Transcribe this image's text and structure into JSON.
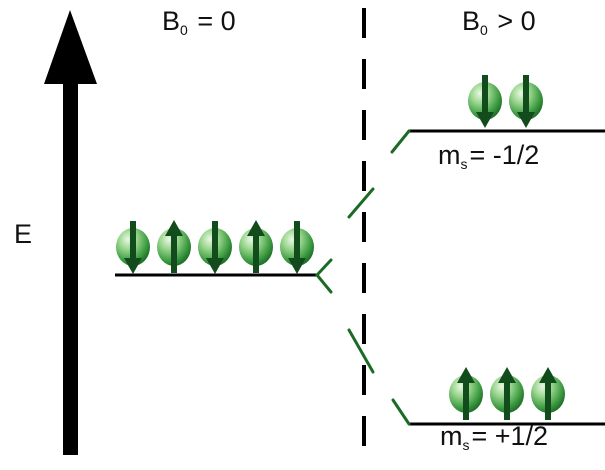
{
  "labels": {
    "b0_zero": {
      "sym": "B",
      "sub": "0",
      "rest": " = 0"
    },
    "b0_pos": {
      "sym": "B",
      "sub": "0",
      "rest": " > 0"
    },
    "energy_axis": "E",
    "ms_lower": {
      "sym": "m",
      "sub": "s",
      "rest": "= -1/2"
    },
    "ms_upper": {
      "sym": "m",
      "sub": "s",
      "rest": "= +1/2"
    }
  },
  "levels": {
    "degenerate": {
      "spins": [
        "down",
        "up",
        "down",
        "up",
        "down"
      ]
    },
    "high_energy": {
      "spins": [
        "down",
        "down"
      ]
    },
    "low_energy": {
      "spins": [
        "up",
        "up",
        "up"
      ]
    }
  },
  "colors": {
    "spin_light": "#c9ecc2",
    "spin_mid": "#4aa54a",
    "spin_dark": "#176b22",
    "arrow": "#134c1c",
    "ink": "#000000"
  }
}
